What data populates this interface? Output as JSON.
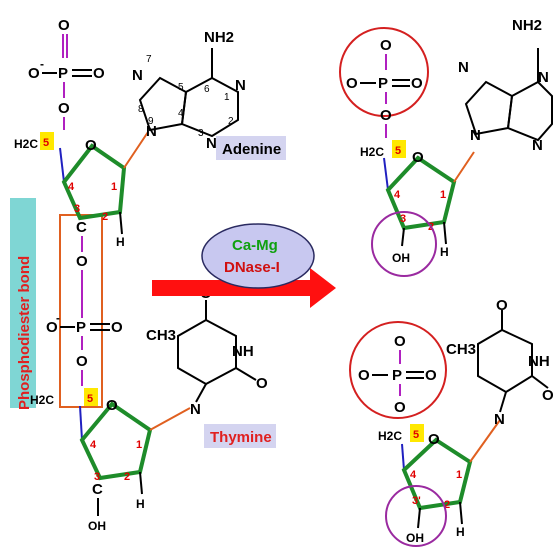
{
  "labels": {
    "adenine": "Adenine",
    "thymine": "Thymine",
    "phosphodiester_bond": "Phosphodiester bond",
    "enzyme_line1": "Ca-Mg",
    "enzyme_line2": "DNase-I"
  },
  "atoms": {
    "o": "O",
    "o_minus": "O",
    "p": "P",
    "h2c": "H2C",
    "c": "C",
    "five": "5",
    "five_prime": "5",
    "h": "H",
    "oh": "OH",
    "nh2": "NH2",
    "n": "N",
    "nh": "NH",
    "ch3": "CH3"
  },
  "ring_numbers": {
    "sugar": [
      "1",
      "2",
      "3",
      "4"
    ],
    "sugar_3prime": "3'",
    "purine": [
      "1",
      "2",
      "3",
      "4",
      "5",
      "6",
      "7",
      "8",
      "9"
    ]
  },
  "colors": {
    "sugar_ring": "#1e8c2a",
    "glycosidic_bond": "#e06020",
    "c5_highlight": "#ffe800",
    "phosphate_circle": "#d42020",
    "hydroxyl_circle": "#9a2aa0",
    "arrow": "#ff1010",
    "enzyme_ellipse": "#c8c8f0",
    "enzyme_text": "#d01010",
    "enzyme_text_top": "#10a010",
    "label_box": "#d4d4f0",
    "side_bar": "#7fd6d4",
    "side_text": "#e02020",
    "bond_box": "#e06020",
    "purple_bond": "#b020c0",
    "blue_bond": "#2020c0"
  }
}
